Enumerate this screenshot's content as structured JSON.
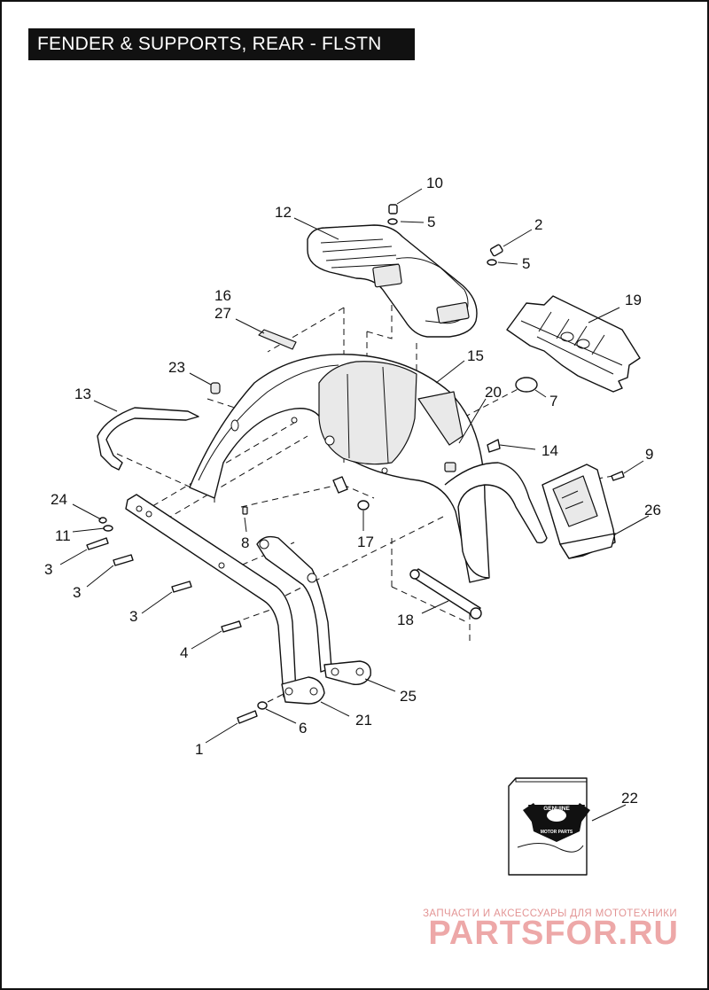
{
  "title": "FENDER & SUPPORTS, REAR - FLSTN",
  "callouts": {
    "c10": "10",
    "c12": "12",
    "c5a": "5",
    "c2": "2",
    "c5b": "5",
    "c16": "16",
    "c27": "27",
    "c19": "19",
    "c23": "23",
    "c15": "15",
    "c13": "13",
    "c20": "20",
    "c7": "7",
    "c14": "14",
    "c9": "9",
    "c24": "24",
    "c11": "11",
    "c8": "8",
    "c17": "17",
    "c26": "26",
    "c3a": "3",
    "c3b": "3",
    "c3c": "3",
    "c4": "4",
    "c18": "18",
    "c25": "25",
    "c6": "6",
    "c21": "21",
    "c1": "1",
    "c22": "22"
  },
  "watermark": {
    "caption": "ЗАПЧАСТИ И АКСЕССУАРЫ ДЛЯ МОТОТЕХНИКИ",
    "logo": "PARTSFOR.RU"
  },
  "badge": {
    "line1": "GENUINE",
    "line2": "MOTOR PARTS"
  }
}
